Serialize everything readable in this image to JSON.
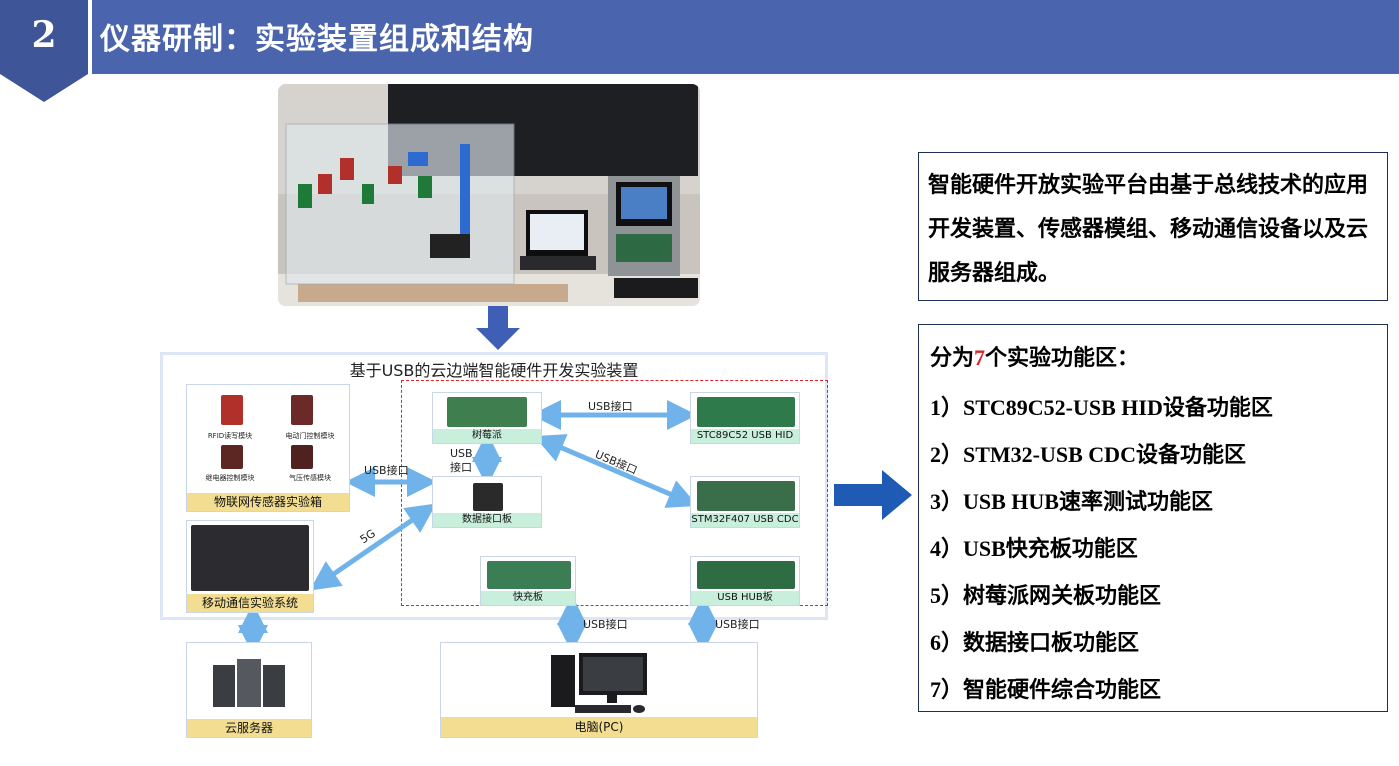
{
  "header": {
    "number": "2",
    "title": "仪器研制：实验装置组成和结构"
  },
  "diagram": {
    "title": "基于USB的云边端智能硬件开发实验装置",
    "sensor_box": {
      "label": "物联网传感器实验箱",
      "modules": [
        "RFID读写模块",
        "电动门控制模块",
        "继电器控制模块",
        "气压传感模块"
      ]
    },
    "mobile_box": {
      "label": "移动通信实验系统"
    },
    "cloud_box": {
      "label": "云服务器"
    },
    "pc_box": {
      "label": "电脑(PC)"
    },
    "raspberry": {
      "label": "树莓派"
    },
    "data_board": {
      "label": "数据接口板"
    },
    "stc_board": {
      "label": "STC89C52 USB HID"
    },
    "stm_board": {
      "label": "STM32F407 USB CDC"
    },
    "charge_board": {
      "label": "快充板"
    },
    "hub_board": {
      "label": "USB HUB板"
    },
    "edges": {
      "usb_rasp_stc": "USB接口",
      "usb_rasp_data_1": "USB",
      "usb_rasp_data_2": "接口",
      "usb_sensor_data": "USB接口",
      "usb_rasp_stm": "USB接口",
      "fiveg": "5G",
      "usb_charge_pc": "USB接口",
      "usb_hub_pc": "USB接口"
    }
  },
  "description": "智能硬件开放实验平台由基于总线技术的应用开发装置、传感器模组、移动通信设备以及云服务器组成。",
  "zones": {
    "heading_prefix": "分为",
    "heading_count": "7",
    "heading_suffix": "个实验功能区：",
    "items": [
      "1）STC89C52-USB HID设备功能区",
      "2）STM32-USB CDC设备功能区",
      "3）USB HUB速率测试功能区",
      "4）USB快充板功能区",
      "5）树莓派网关板功能区",
      "6）数据接口板功能区",
      "7）智能硬件综合功能区"
    ]
  },
  "colors": {
    "header": "#4a64ad",
    "arrow_blue": "#1f5bb5",
    "accent_red": "#d9242a",
    "connector_blue": "#6fb3ea"
  }
}
